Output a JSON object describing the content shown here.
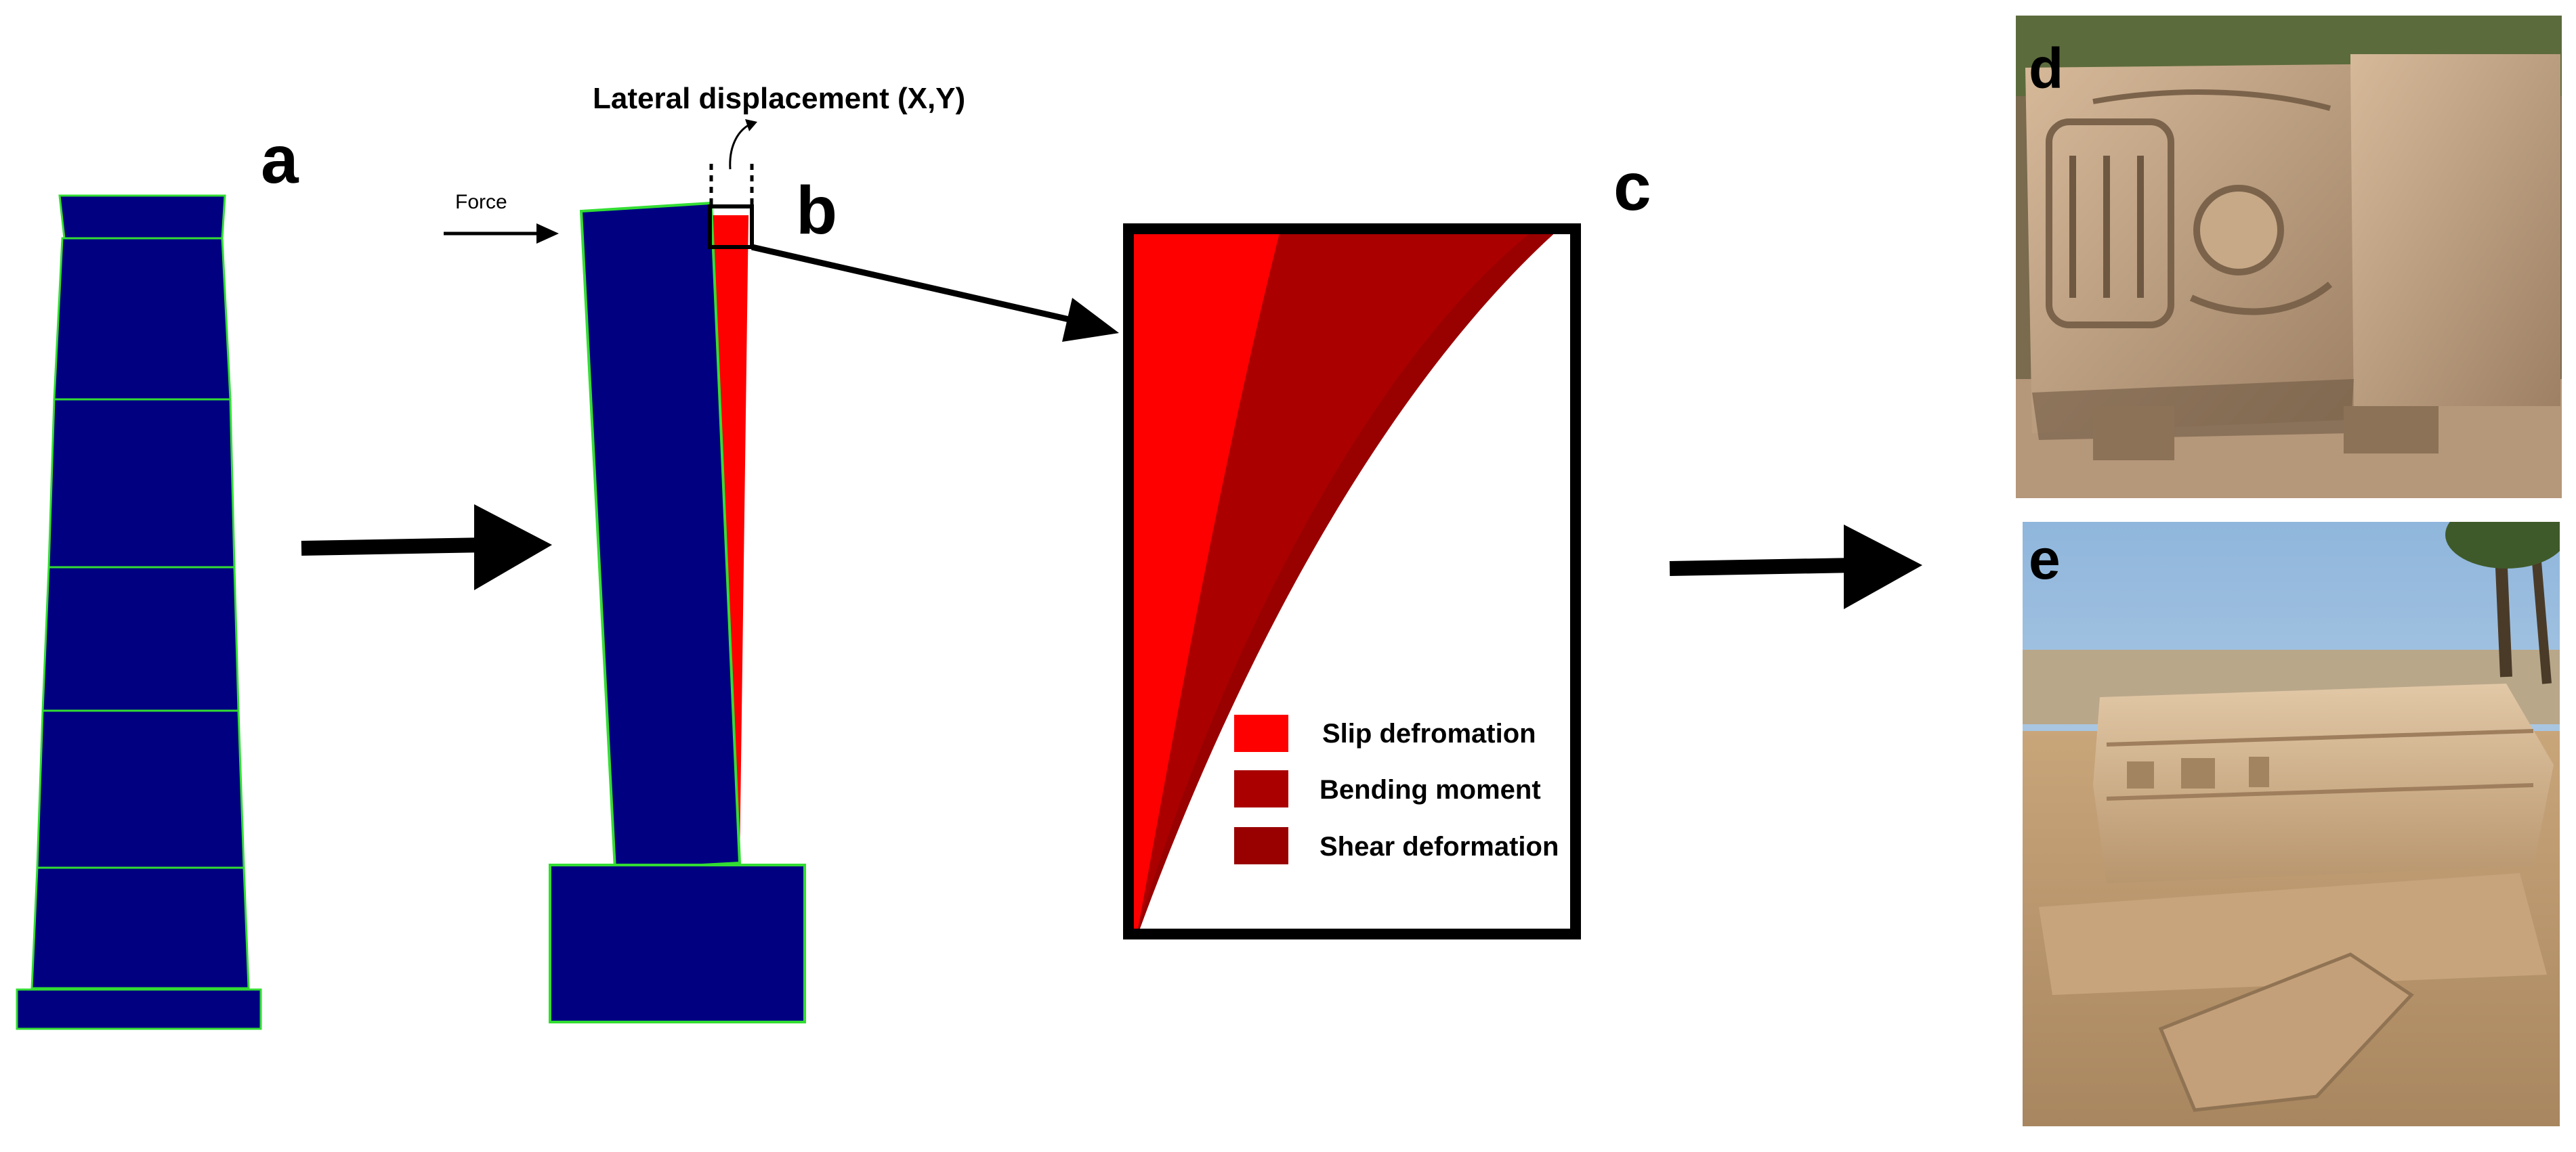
{
  "panels": {
    "a": "a",
    "b": "b",
    "c": "c",
    "d": "d",
    "e": "e"
  },
  "labels": {
    "force": "Force",
    "lateral_displacement": "Lateral displacement (X,Y)"
  },
  "legend": [
    {
      "label": "Slip defromation",
      "color": "#ff0000"
    },
    {
      "label": "Bending moment",
      "color": "#aa0000"
    },
    {
      "label": "Shear deformation",
      "color": "#990000"
    }
  ],
  "colors": {
    "column_fill": "#000080",
    "column_outline": "#33dd33",
    "arrow": "#000000",
    "slip": "#ff0000",
    "bending": "#aa0000",
    "shear": "#990000"
  },
  "photos": {
    "d": "photo of carved stone column drum with hieroglyphic relief",
    "e": "photo of displaced stone column drum on ground with palm trees"
  }
}
